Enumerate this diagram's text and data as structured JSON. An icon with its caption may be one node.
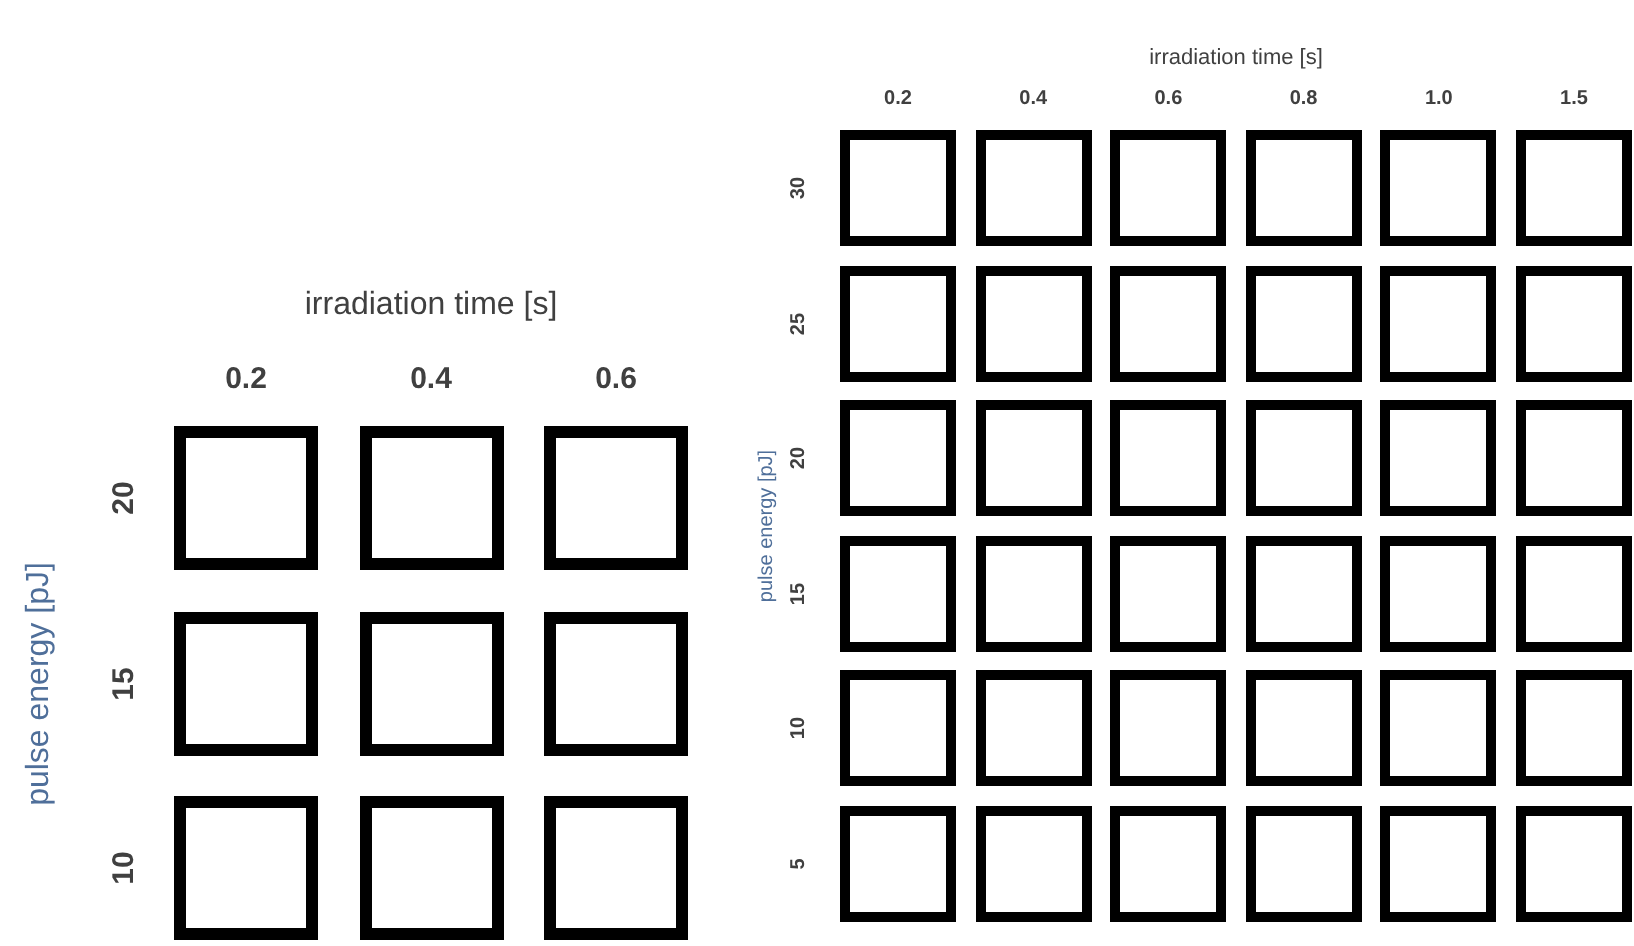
{
  "diagram": {
    "nodes": [
      {
        "text": [],
        "shape": "box"
      },
      {
        "text": [],
        "shape": "box"
      },
      {
        "text": [],
        "shape": "box"
      },
      {
        "text": [],
        "shape": "box"
      },
      {
        "text": [],
        "shape": "box"
      },
      {
        "text": [],
        "shape": "box"
      },
      {
        "text": [],
        "shape": "box"
      },
      {
        "text": [],
        "shape": "box"
      },
      {
        "text": [],
        "shape": "box"
      },
      {
        "text": [],
        "shape": "box"
      },
      {
        "text": [],
        "shape": "box"
      },
      {
        "text": [],
        "shape": "box"
      },
      {
        "text": [],
        "shape": "box"
      },
      {
        "text": [],
        "shape": "box"
      },
      {
        "text": [],
        "shape": "box"
      },
      {
        "text": [],
        "shape": "box"
      },
      {
        "text": [],
        "shape": "box"
      },
      {
        "text": [],
        "shape": "box"
      },
      {
        "text": [],
        "shape": "box"
      },
      {
        "text": [],
        "shape": "box"
      },
      {
        "text": [],
        "shape": "box"
      },
      {
        "text": [],
        "shape": "box"
      },
      {
        "text": [],
        "shape": "box"
      },
      {
        "text": [],
        "shape": "box"
      },
      {
        "text": [],
        "shape": "box"
      },
      {
        "text": [],
        "shape": "box"
      },
      {
        "text": [],
        "shape": "box"
      },
      {
        "text": [],
        "shape": "box"
      },
      {
        "text": [],
        "shape": "box"
      },
      {
        "text": [],
        "shape": "box"
      },
      {
        "text": [],
        "shape": "box"
      },
      {
        "text": [],
        "shape": "box"
      },
      {
        "text": [],
        "shape": "box"
      },
      {
        "text": [],
        "shape": "box"
      },
      {
        "text": [],
        "shape": "box"
      },
      {
        "text": [],
        "shape": "box"
      },
      {
        "text": [],
        "shape": "box"
      },
      {
        "text": [],
        "shape": "box"
      },
      {
        "text": [],
        "shape": "box"
      },
      {
        "text": [],
        "shape": "box"
      },
      {
        "text": [],
        "shape": "box"
      },
      {
        "text": [],
        "shape": "box"
      },
      {
        "text": [],
        "shape": "box"
      },
      {
        "text": [],
        "shape": "box"
      },
      {
        "text": [],
        "shape": "box"
      }
    ],
    "labels": [
      "irradiation time [s]",
      "0.2",
      "0.4",
      "0.6",
      "20",
      "15",
      "10",
      "pulse energy [pJ]",
      "irradiation time [s]",
      "0.2",
      "0.4",
      "0.6",
      "0.8",
      "1.0",
      "1.5",
      "30",
      "25",
      "20",
      "15",
      "10",
      "5",
      "pulse energy [pJ]"
    ]
  }
}
